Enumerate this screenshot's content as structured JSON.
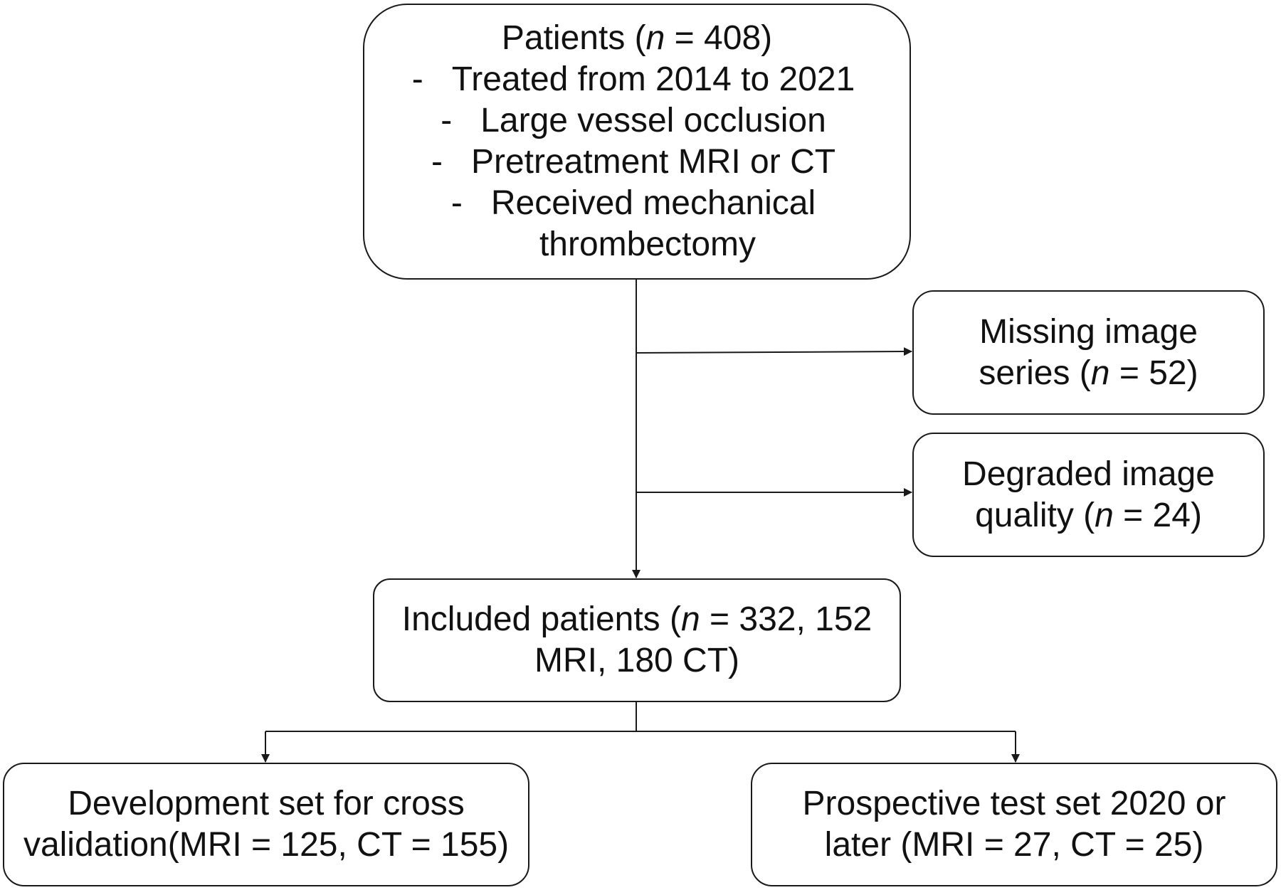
{
  "patients_box": {
    "title_prefix": "Patients (",
    "n_symbol": "n",
    "title_suffix": " = 408)",
    "bullets": [
      {
        "dash": "-",
        "text": "Treated from 2014 to 2021"
      },
      {
        "dash": "-",
        "text": "Large vessel occlusion"
      },
      {
        "dash": "-",
        "text": "Pretreatment MRI or CT"
      },
      {
        "dash": "-",
        "text": "Received mechanical"
      }
    ],
    "continuation": "thrombectomy"
  },
  "missing_box": {
    "line1": "Missing image",
    "line2_prefix": "series (",
    "n_symbol": "n",
    "line2_suffix": " = 52)"
  },
  "degraded_box": {
    "line1": "Degraded image",
    "line2_prefix": "quality (",
    "n_symbol": "n",
    "line2_suffix": " = 24)"
  },
  "included_box": {
    "line1_prefix": "Included patients (",
    "n_symbol": "n",
    "line1_suffix": " = 332, 152",
    "line2": "MRI, 180 CT)"
  },
  "development_box": {
    "line1": "Development set for cross",
    "line2": "validation(MRI = 125, CT = 155)"
  },
  "prospective_box": {
    "line1": "Prospective test set 2020 or",
    "line2": "later (MRI = 27, CT = 25)"
  }
}
